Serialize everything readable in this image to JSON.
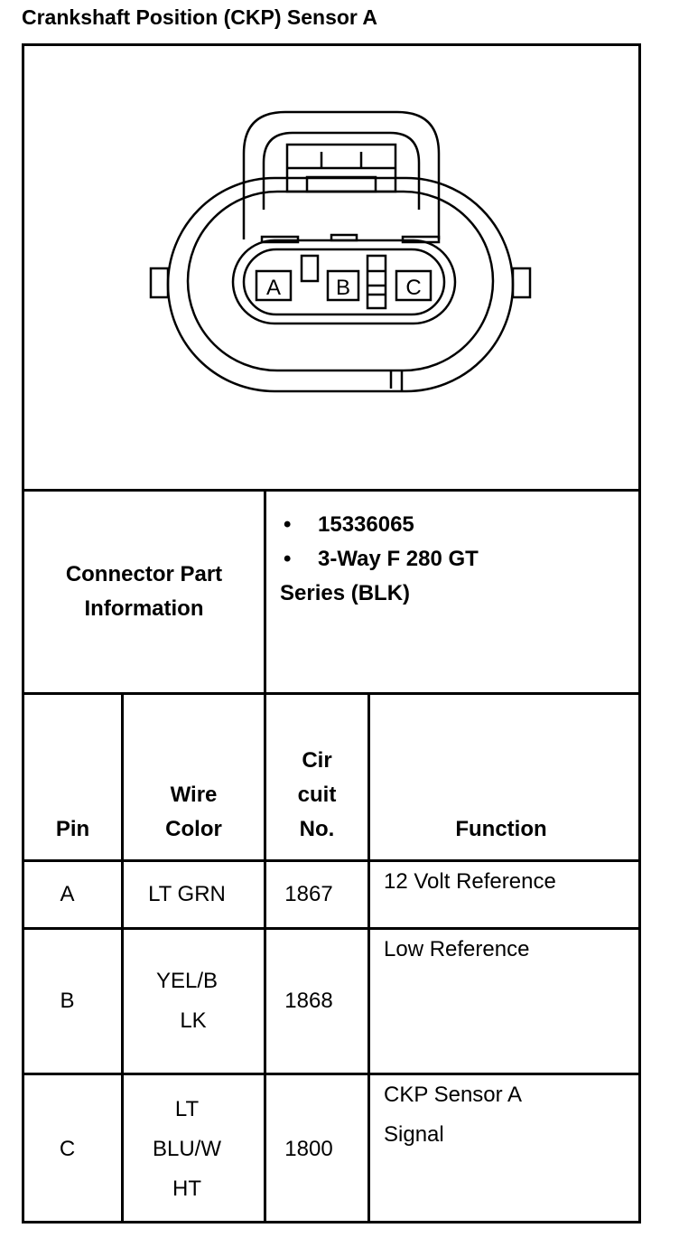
{
  "title": "Crankshaft Position (CKP) Sensor A",
  "connector": {
    "pin_labels": [
      "A",
      "B",
      "C"
    ]
  },
  "part_info": {
    "label_line1": "Connector Part",
    "label_line2": "Information",
    "bullet_symbol": "•",
    "items": [
      "15336065",
      "3-Way F 280 GT"
    ],
    "continuation": "Series (BLK)"
  },
  "table": {
    "headers": {
      "pin": "Pin",
      "wire_color": [
        "Wire",
        "Color"
      ],
      "circuit": [
        "Cir",
        "cuit",
        "No."
      ],
      "function": "Function"
    },
    "rows": [
      {
        "pin": "A",
        "wire_color": [
          "LT GRN"
        ],
        "circuit": "1867",
        "function": [
          "12 Volt Reference"
        ]
      },
      {
        "pin": "B",
        "wire_color": [
          "YEL/B",
          "LK"
        ],
        "circuit": "1868",
        "function": [
          "Low Reference"
        ]
      },
      {
        "pin": "C",
        "wire_color": [
          "LT",
          "BLU/W",
          "HT"
        ],
        "circuit": "1800",
        "function": [
          "CKP Sensor A",
          "Signal"
        ]
      }
    ]
  }
}
